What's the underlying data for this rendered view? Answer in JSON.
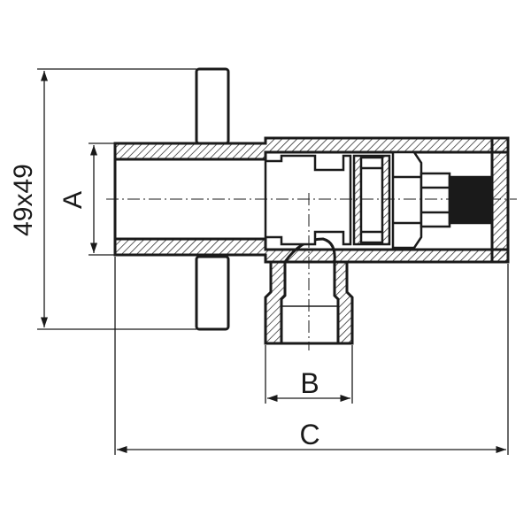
{
  "diagram": {
    "dimensions": {
      "flange": "49x49",
      "inlet": "A",
      "outlet": "B",
      "overall_length": "C"
    }
  }
}
